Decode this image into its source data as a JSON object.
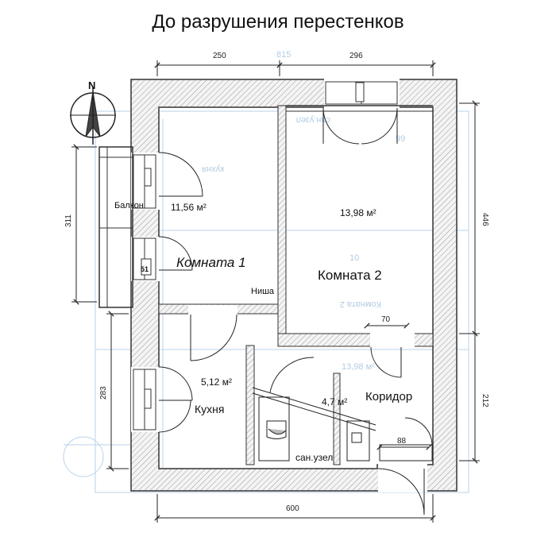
{
  "title": "До разрушения перестенков",
  "dimensions": {
    "top_left": "250",
    "top_right": "296",
    "left_upper": "311",
    "left_lower": "283",
    "right_upper": "446",
    "right_lower": "212",
    "bottom": "600",
    "door_room2": "70",
    "door_corridor": "88"
  },
  "rooms": {
    "balcony": "Балкон",
    "room1_area": "11,56 м²",
    "room1_name": "Комната 1",
    "room2_area": "13,98 м²",
    "room2_name": "Комната 2",
    "niche": "Ниша",
    "kitchen_area": "5,12 м²",
    "kitchen_name": "Кухня",
    "bath_area": "4,7 м²",
    "corridor_name": "Коридор",
    "bathroom_name": "сан.узел",
    "radiator_mark": "51"
  },
  "compass": {
    "label": "N"
  }
}
